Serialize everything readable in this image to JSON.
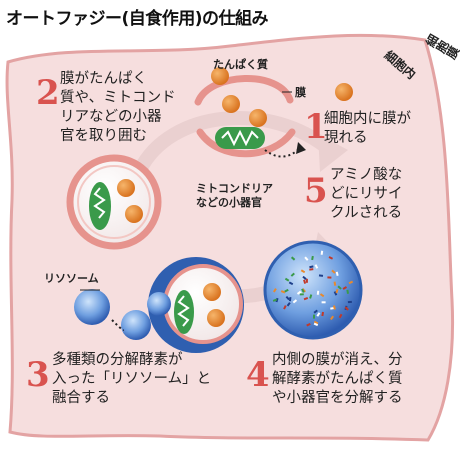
{
  "title": "オートファジー(自食作用)の仕組み",
  "labels": {
    "cell_membrane": "細胞膜",
    "cytoplasm": "細胞内",
    "protein": "たんぱく質",
    "membrane": "膜",
    "organelle": "ミトコンドリア\nなどの小器官",
    "lysosome": "リソソーム"
  },
  "steps": [
    {
      "num": "1",
      "text": "細胞内に膜が\n現れる"
    },
    {
      "num": "2",
      "text": "膜がたんぱく\n質や、ミトコンド\nリアなどの小器\n官を取り囲む"
    },
    {
      "num": "3",
      "text": "多種類の分解酵素が\n入った「リソソーム」と\n融合する"
    },
    {
      "num": "4",
      "text": "内側の膜が消え、分\n解酵素がたんぱく質\nや小器官を分解する"
    },
    {
      "num": "5",
      "text": "アミノ酸な\nどにリサイ\nクルされる"
    }
  ],
  "colors": {
    "cell_fill": "#f6dede",
    "cell_edge": "#e3a3a3",
    "number": "#d9534f",
    "protein": "#e8892d",
    "lysosome": "#2f5fb0",
    "mito": "#3a9a4a"
  }
}
